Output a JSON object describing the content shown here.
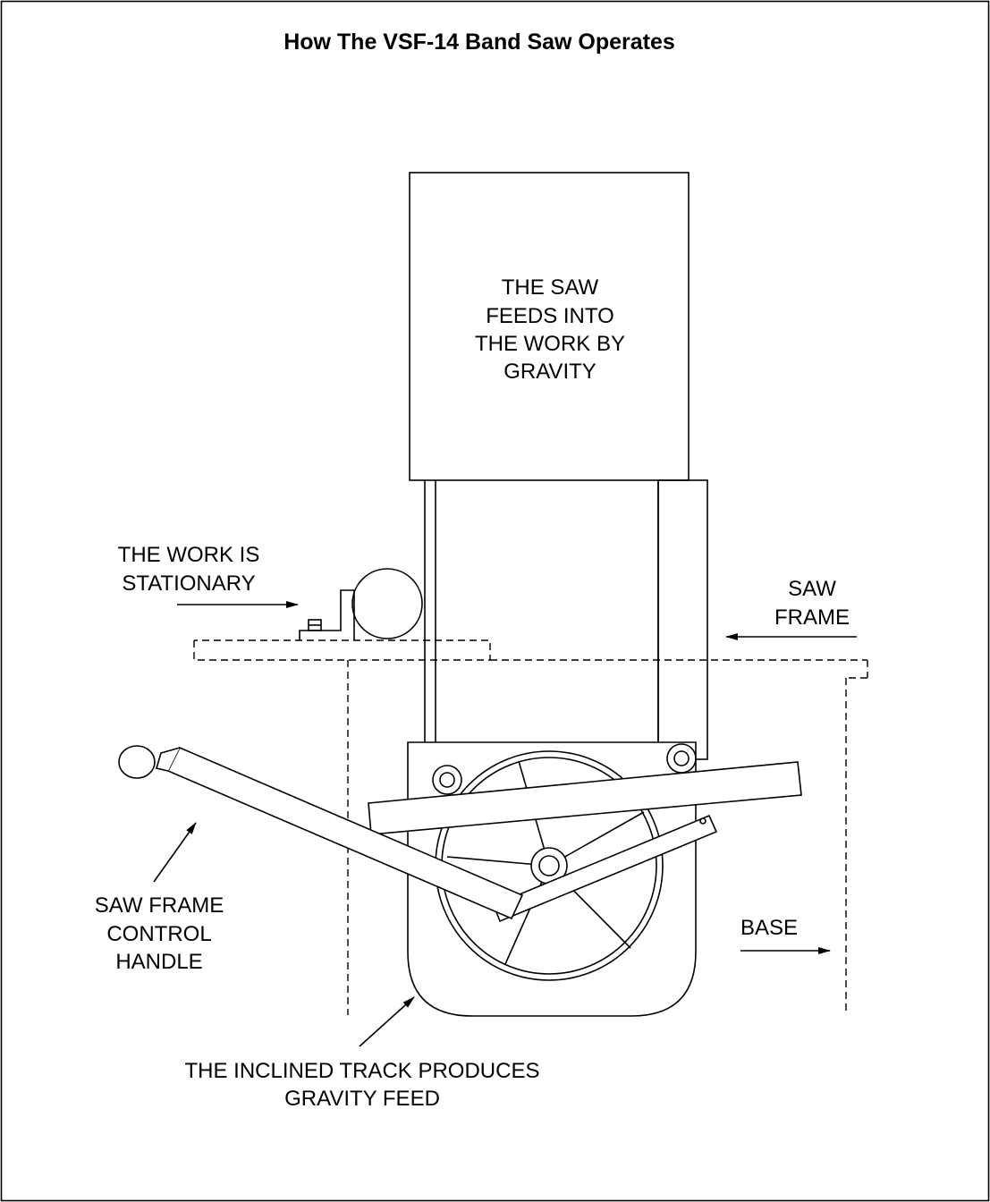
{
  "title": "How The VSF-14 Band Saw Operates",
  "labels": {
    "saw_feed": [
      "THE SAW",
      "FEEDS INTO",
      "THE WORK BY",
      "GRAVITY"
    ],
    "work_stationary": [
      "THE WORK IS",
      "STATIONARY"
    ],
    "saw_frame": [
      "SAW",
      "FRAME"
    ],
    "control_handle": [
      "SAW FRAME",
      "CONTROL",
      "HANDLE"
    ],
    "base": [
      "BASE"
    ],
    "inclined_track": [
      "THE INCLINED TRACK PRODUCES",
      "GRAVITY FEED"
    ]
  },
  "colors": {
    "line": "#000000",
    "background": "#ffffff"
  }
}
